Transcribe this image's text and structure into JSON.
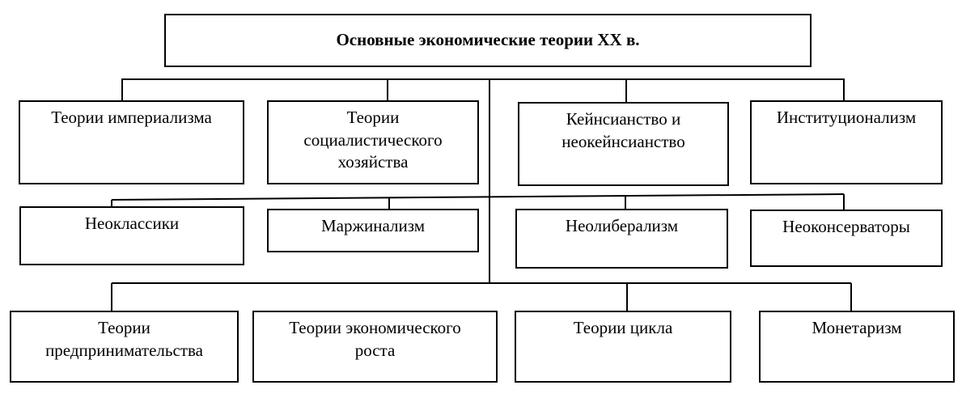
{
  "diagram": {
    "title": "Основные экономические теории XX в.",
    "level1": [
      "Теории империализма",
      "Теории социалистического хозяйства",
      "Кейнсианство и неокейнсианство",
      "Институционализм"
    ],
    "level2": [
      "Неоклассики",
      "Маржинализм",
      "Неолиберализм",
      "Неоконсерваторы"
    ],
    "level3": [
      "Теории предпринимательства",
      "Теории экономического роста",
      "Теории цикла",
      "Монетаризм"
    ],
    "colors": {
      "line": "#000000",
      "border": "#000000",
      "background": "#ffffff",
      "text": "#000000"
    }
  }
}
